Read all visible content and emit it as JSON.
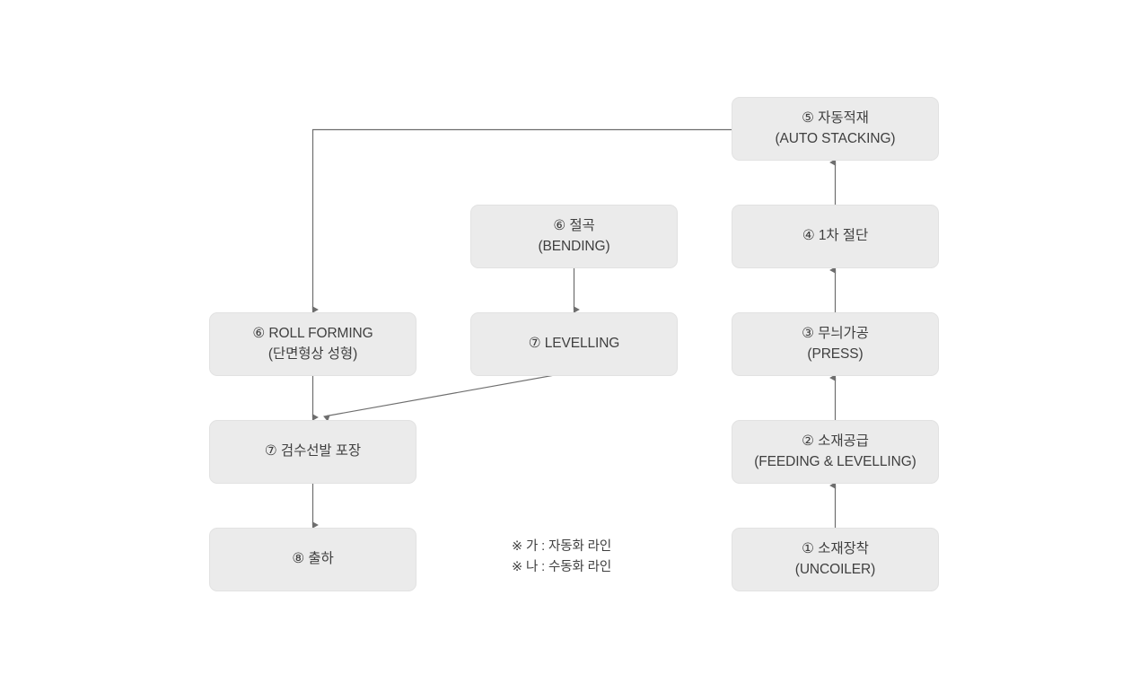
{
  "diagram": {
    "title": "",
    "background_color": "#ffffff",
    "node_fill_color": "#ebebeb",
    "node_border_color": "#e2e2e2",
    "edge_color": "#6e6e6e",
    "text_color": "#3f3f3f"
  },
  "nodes": {
    "auto_stacking": {
      "line1": "⑤ 자동적재",
      "line2": "(AUTO STACKING)"
    },
    "first_cutting": {
      "line1": "④ 1차 절단",
      "line2": ""
    },
    "press": {
      "line1": "③ 무늬가공",
      "line2": "(PRESS)"
    },
    "feeding": {
      "line1": "② 소재공급",
      "line2": "(FEEDING & LEVELLING)"
    },
    "uncoiler": {
      "line1": "① 소재장착",
      "line2": "(UNCOILER)"
    },
    "bending": {
      "line1": "⑥ 절곡",
      "line2": "(BENDING)"
    },
    "levelling": {
      "line1": "⑦ LEVELLING",
      "line2": ""
    },
    "roll_forming": {
      "line1": "⑥ ROLL FORMING",
      "line2": "(단면형상 성형)"
    },
    "inspection": {
      "line1": "⑦ 검수선발 포장",
      "line2": ""
    },
    "shipping": {
      "line1": "⑧ 출하",
      "line2": ""
    }
  },
  "legend": {
    "line1": "※ 가 : 자동화 라인",
    "line2": "※ 나 : 수동화 라인"
  },
  "edges": [
    {
      "name": "uncoiler-to-feeding",
      "from": "uncoiler",
      "to": "feeding",
      "direction": "up"
    },
    {
      "name": "feeding-to-press",
      "from": "feeding",
      "to": "press",
      "direction": "up"
    },
    {
      "name": "press-to-first-cutting",
      "from": "press",
      "to": "first_cutting",
      "direction": "up"
    },
    {
      "name": "first-cutting-to-stacking",
      "from": "first_cutting",
      "to": "auto_stacking",
      "direction": "up"
    },
    {
      "name": "stacking-to-roll-forming",
      "from": "auto_stacking",
      "to": "roll_forming",
      "direction": "down"
    },
    {
      "name": "bending-to-levelling",
      "from": "bending",
      "to": "levelling",
      "direction": "down"
    },
    {
      "name": "levelling-to-inspection",
      "from": "levelling",
      "to": "inspection",
      "direction": "diagonal"
    },
    {
      "name": "roll-forming-to-inspection",
      "from": "roll_forming",
      "to": "inspection",
      "direction": "down"
    },
    {
      "name": "inspection-to-shipping",
      "from": "inspection",
      "to": "shipping",
      "direction": "down"
    }
  ]
}
